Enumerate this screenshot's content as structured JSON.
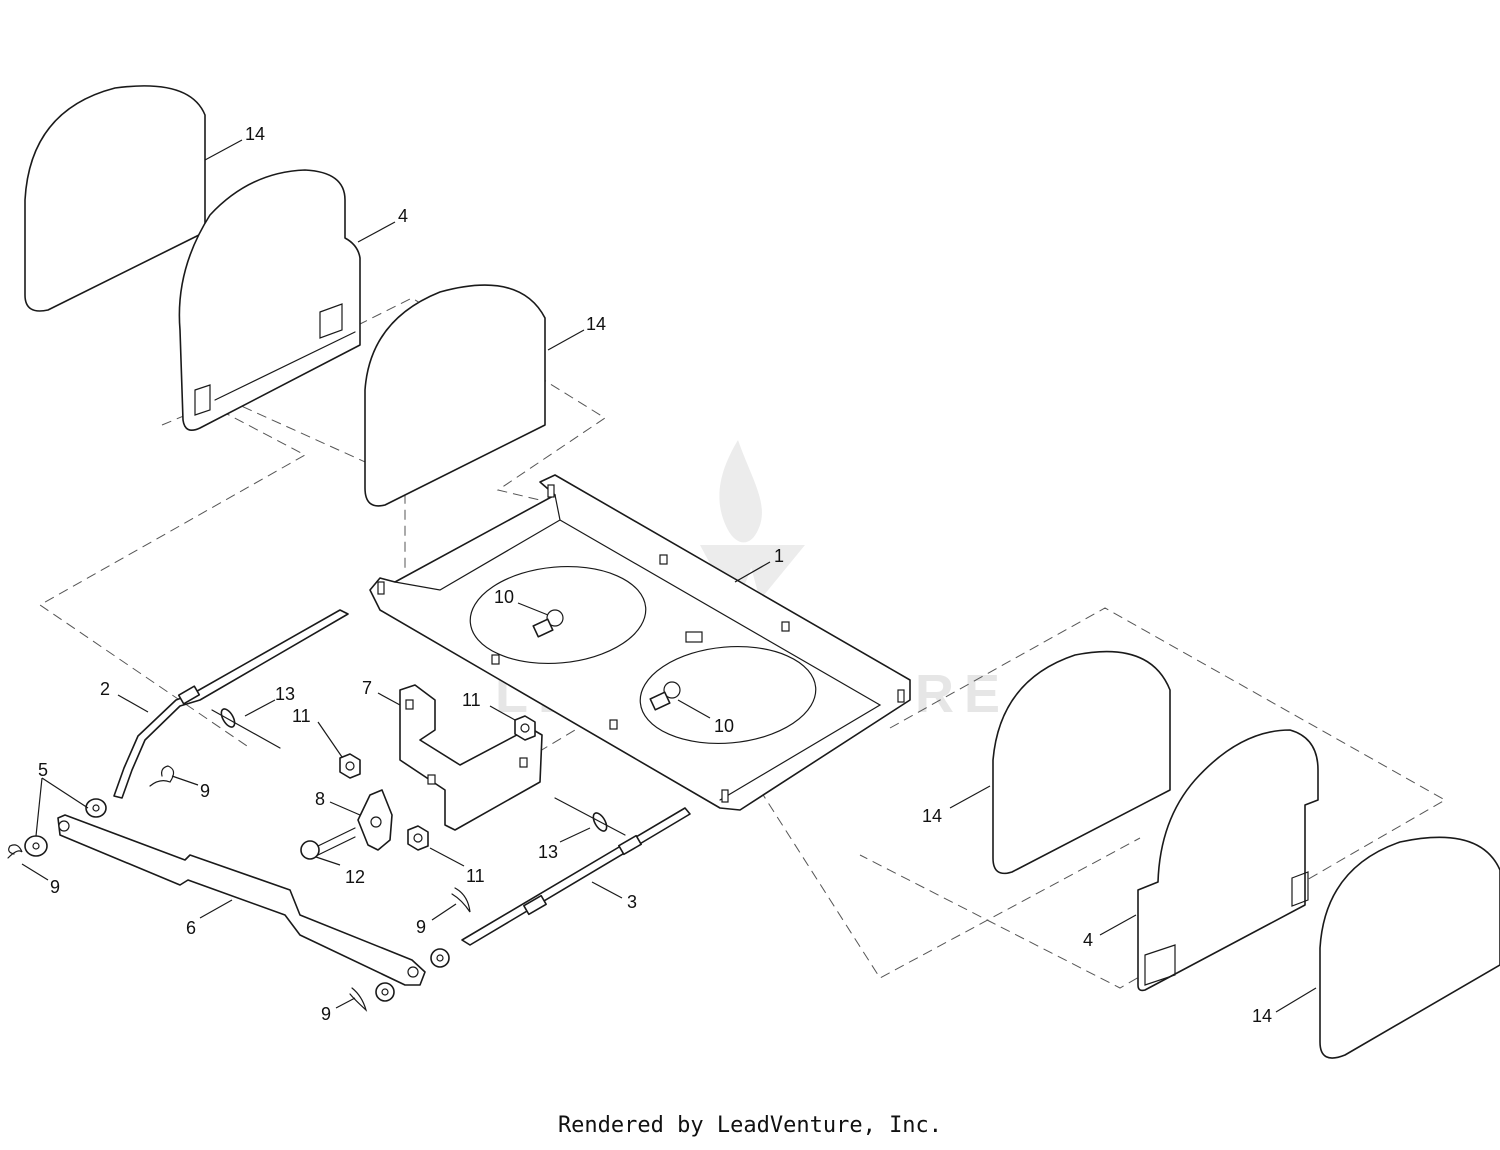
{
  "watermark": {
    "brand": "LEADVENTURE"
  },
  "footer": {
    "credit": "Rendered by LeadVenture, Inc."
  },
  "callouts": [
    {
      "id": "c14a",
      "label": "14"
    },
    {
      "id": "c4a",
      "label": "4"
    },
    {
      "id": "c14b",
      "label": "14"
    },
    {
      "id": "c1",
      "label": "1"
    },
    {
      "id": "c10a",
      "label": "10"
    },
    {
      "id": "c10b",
      "label": "10"
    },
    {
      "id": "c2",
      "label": "2"
    },
    {
      "id": "c13a",
      "label": "13"
    },
    {
      "id": "c7",
      "label": "7"
    },
    {
      "id": "c11a",
      "label": "11"
    },
    {
      "id": "c11b",
      "label": "11"
    },
    {
      "id": "c11c",
      "label": "11"
    },
    {
      "id": "c5",
      "label": "5"
    },
    {
      "id": "c9a",
      "label": "9"
    },
    {
      "id": "c8",
      "label": "8"
    },
    {
      "id": "c9b",
      "label": "9"
    },
    {
      "id": "c12",
      "label": "12"
    },
    {
      "id": "c13b",
      "label": "13"
    },
    {
      "id": "c3",
      "label": "3"
    },
    {
      "id": "c6",
      "label": "6"
    },
    {
      "id": "c9c",
      "label": "9"
    },
    {
      "id": "c9d",
      "label": "9"
    },
    {
      "id": "c14c",
      "label": "14"
    },
    {
      "id": "c4b",
      "label": "4"
    },
    {
      "id": "c14d",
      "label": "14"
    }
  ]
}
